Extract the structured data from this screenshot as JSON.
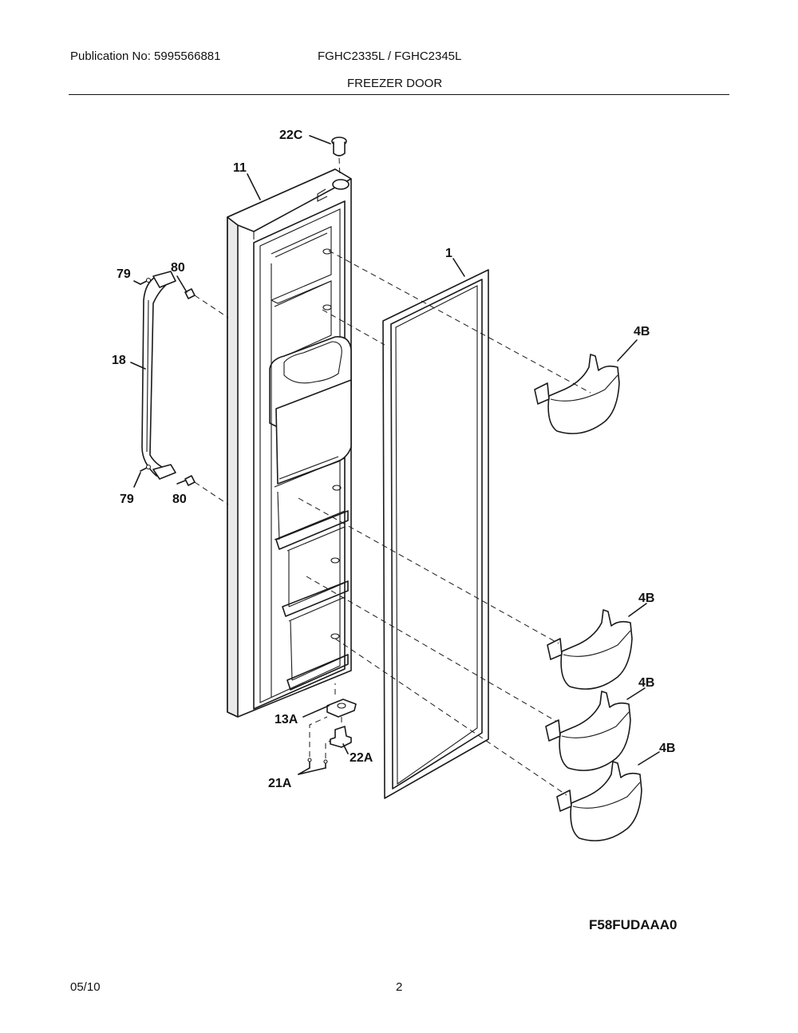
{
  "header": {
    "publication": "Publication No: 5995566881",
    "models": "FGHC2335L / FGHC2345L",
    "section_title": "FREEZER DOOR"
  },
  "callouts": {
    "c22C": "22C",
    "c11": "11",
    "c1": "1",
    "c79_top": "79",
    "c80_top": "80",
    "c18": "18",
    "c79_bottom": "79",
    "c80_bottom": "80",
    "c4B_1": "4B",
    "c4B_2": "4B",
    "c4B_3": "4B",
    "c4B_4": "4B",
    "c13A": "13A",
    "c22A": "22A",
    "c21A": "21A"
  },
  "diagram_code": "F58FUDAAA0",
  "footer": {
    "date": "05/10",
    "page": "2"
  }
}
